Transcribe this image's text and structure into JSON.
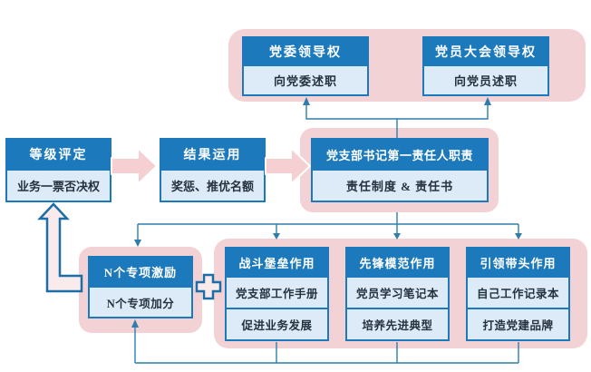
{
  "colors": {
    "header_blue": "#1b79bc",
    "panel_light_blue": "#dcebf7",
    "group_pink": "#f3d2d5",
    "block_arrow_pink": "#f5cfd1",
    "connector_blue": "#2e7dad",
    "outline_blue": "#1d6ea6",
    "row_text": "#26313e"
  },
  "top_group": {
    "committee": {
      "title": "党委领导权",
      "sub": "向党委述职"
    },
    "assembly": {
      "title": "党员大会领导权",
      "sub": "向党员述职"
    }
  },
  "middle_row": {
    "grade": {
      "title": "等级评定",
      "sub": "业务一票否决权"
    },
    "result": {
      "title": "结果运用",
      "sub": "奖惩、推优名额"
    },
    "duty": {
      "title": "党支部书记第一责任人职责",
      "sub": "责任制度 & 责任书"
    }
  },
  "bottom_row": {
    "incentive": {
      "title": "N个专项激励",
      "sub": "N个专项加分"
    },
    "roles": [
      {
        "title": "战斗堡垒作用",
        "rows": [
          "党支部工作手册",
          "促进业务发展"
        ]
      },
      {
        "title": "先锋模范作用",
        "rows": [
          "党员学习笔记本",
          "培养先进典型"
        ]
      },
      {
        "title": "引领带头作用",
        "rows": [
          "自己工作记录本",
          "打造党建品牌"
        ]
      }
    ]
  }
}
